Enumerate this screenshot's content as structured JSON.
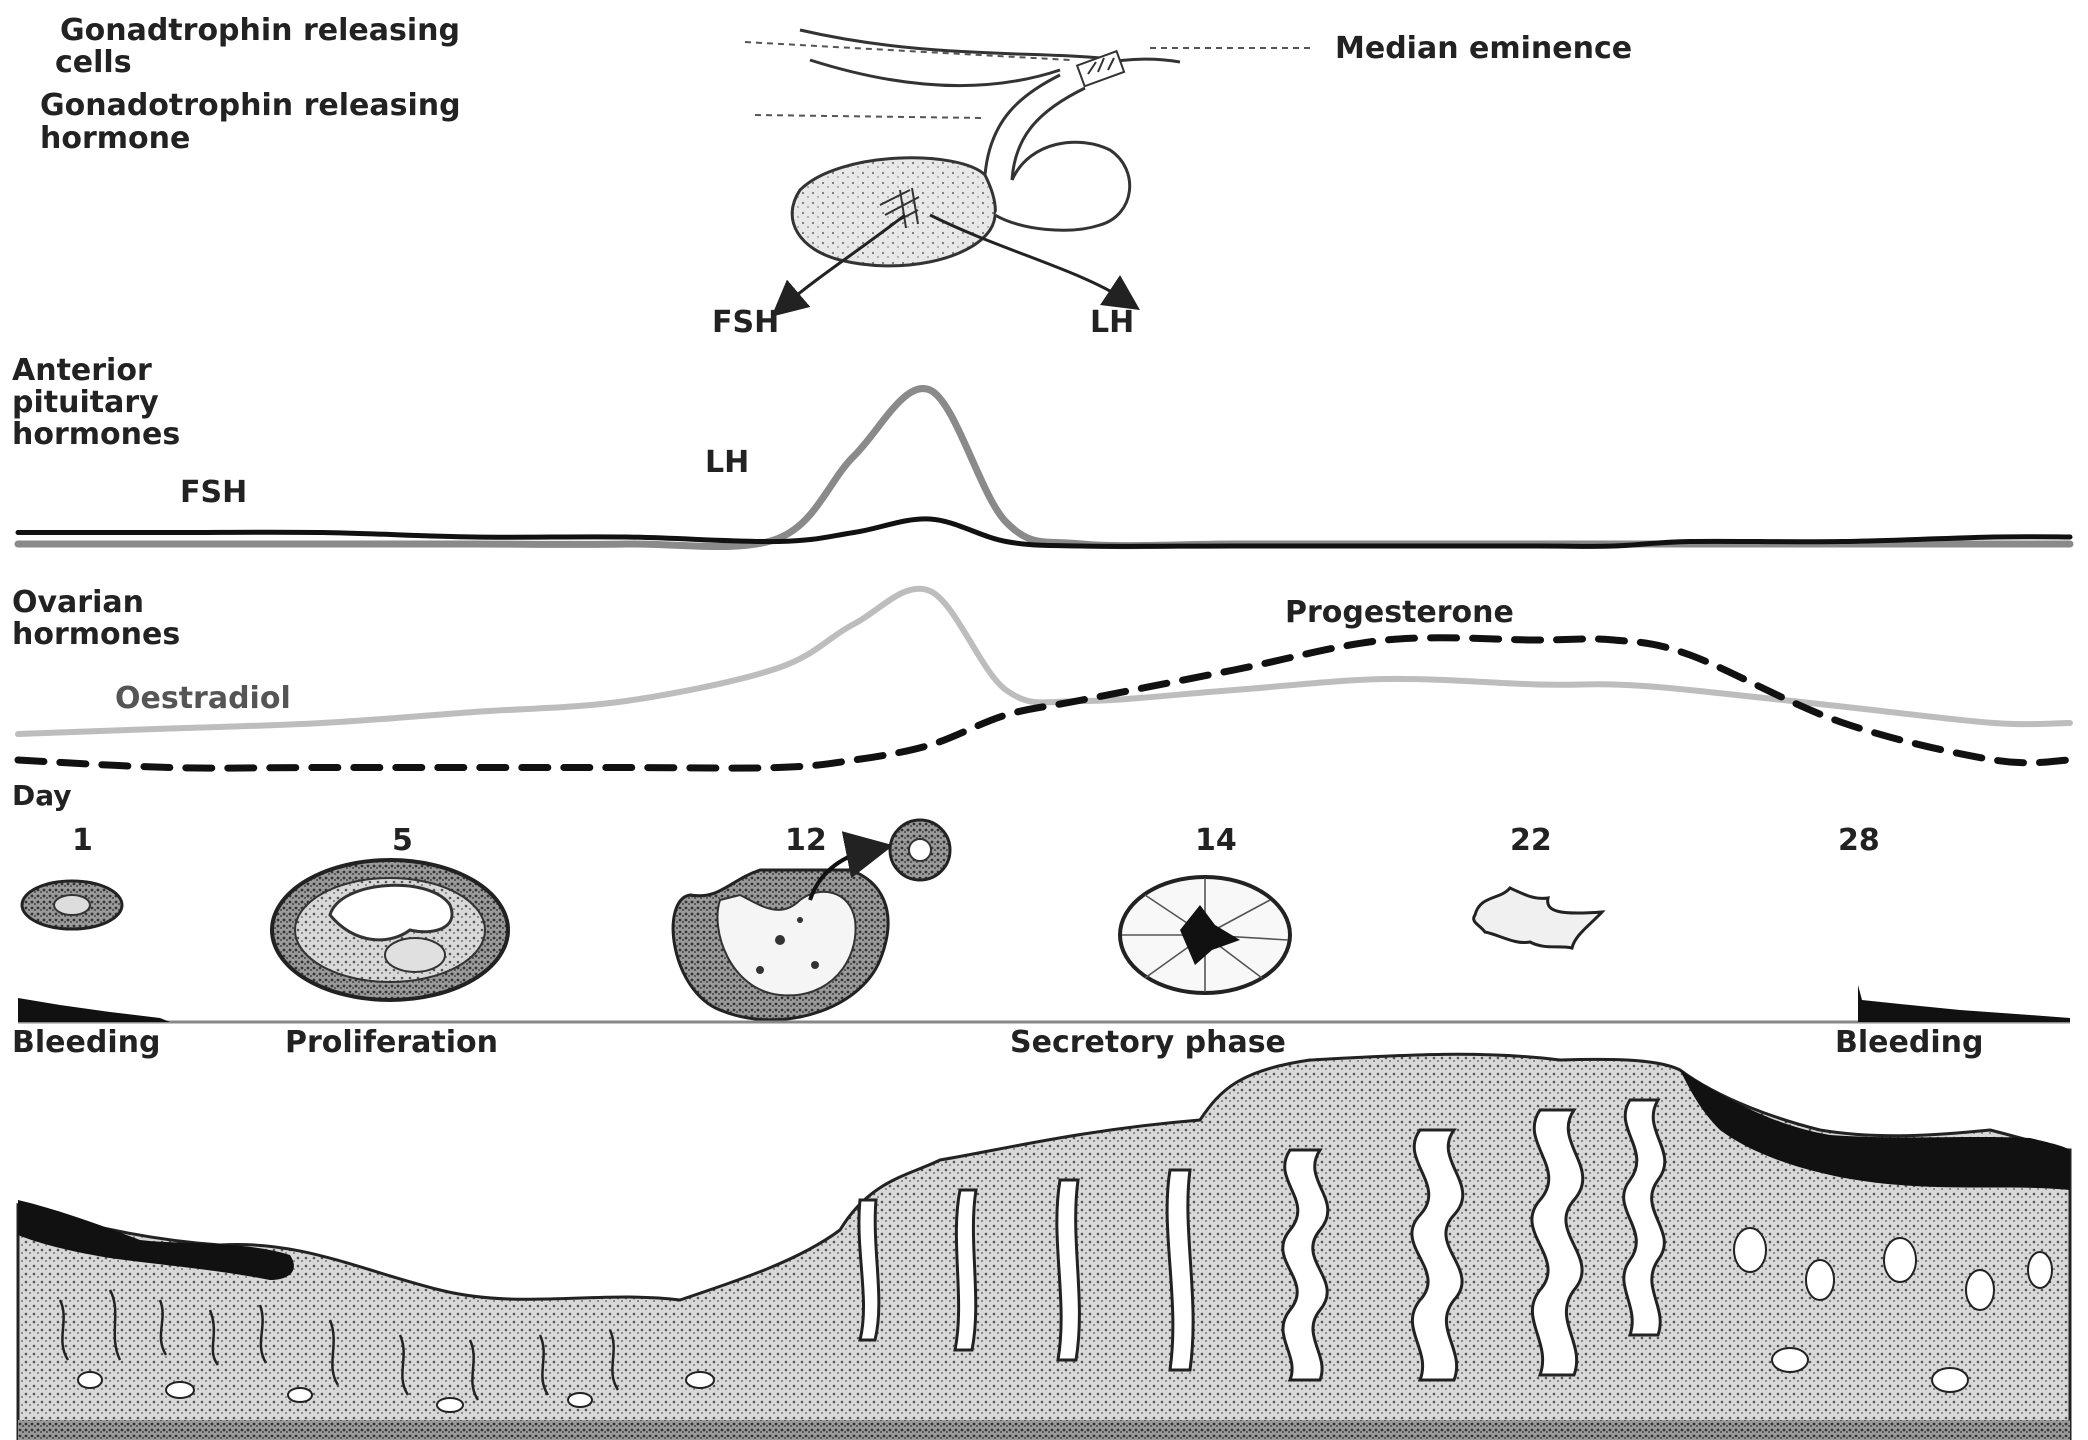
{
  "hypothalamus": {
    "gnrh_cells_line1": "Gonadtrophin releasing",
    "gnrh_cells_line2": "cells",
    "gnrh_hormone_line1": "Gonadotrophin releasing",
    "gnrh_hormone_line2": "hormone",
    "median_eminence": "Median eminence",
    "fsh_arrow": "FSH",
    "lh_arrow": "LH"
  },
  "pituitary_panel": {
    "heading_line1": "Anterior",
    "heading_line2": "pituitary",
    "heading_line3": "hormones",
    "fsh_label": "FSH",
    "lh_label": "LH"
  },
  "ovarian_panel": {
    "heading_line1": "Ovarian",
    "heading_line2": "hormones",
    "oestradiol_label": "Oestradiol",
    "progesterone_label": "Progesterone"
  },
  "days": {
    "heading": "Day",
    "values": [
      "1",
      "5",
      "12",
      "14",
      "22",
      "28"
    ]
  },
  "phases": {
    "bleeding_start": "Bleeding",
    "proliferation": "Proliferation",
    "secretory": "Secretory phase",
    "bleeding_end": "Bleeding"
  },
  "chart_data": {
    "type": "line",
    "x": [
      1,
      3,
      5,
      7,
      9,
      11,
      12,
      13,
      14,
      15,
      17,
      19,
      21,
      22,
      23,
      25,
      27,
      28
    ],
    "series": [
      {
        "name": "LH",
        "values": [
          2,
          2,
          2,
          2,
          2,
          3,
          18,
          30,
          6,
          2,
          2,
          2,
          2,
          2,
          2,
          2,
          2,
          2
        ]
      },
      {
        "name": "FSH",
        "values": [
          5,
          5,
          5,
          4,
          4,
          3,
          5,
          8,
          3,
          2,
          2,
          2,
          2,
          2,
          3,
          3,
          4,
          4
        ]
      },
      {
        "name": "Oestradiol",
        "values": [
          2,
          3,
          4,
          6,
          8,
          14,
          22,
          28,
          10,
          8,
          10,
          12,
          11,
          11,
          10,
          7,
          4,
          4
        ]
      },
      {
        "name": "Progesterone",
        "values": [
          2,
          1,
          1,
          1,
          1,
          1,
          2,
          4,
          8,
          10,
          14,
          18,
          18,
          18,
          16,
          7,
          2,
          2
        ]
      }
    ],
    "colors": {
      "LH": "#8a8a8a",
      "FSH": "#111111",
      "Oestradiol": "#bdbdbd",
      "Progesterone": "#111111"
    }
  }
}
